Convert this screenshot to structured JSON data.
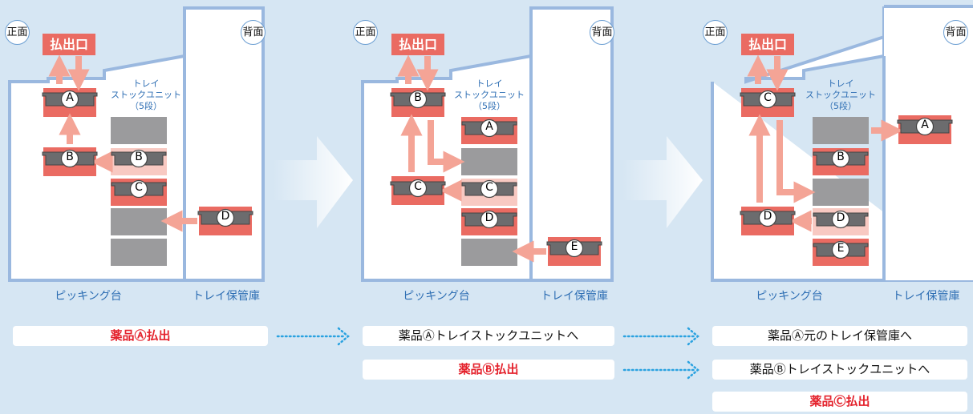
{
  "labels": {
    "front": "正面",
    "back": "背面",
    "exit": "払出口",
    "stack_unit": [
      "トレイ",
      "ストックユニット",
      "（5段）"
    ],
    "picking": "ピッキング台",
    "storage": "トレイ保管庫"
  },
  "trays": {
    "p1": [
      "A",
      "B",
      "B",
      "C",
      "D"
    ],
    "p2": [
      "B",
      "A",
      "C",
      "C",
      "D",
      "E"
    ],
    "p3": [
      "C",
      "A",
      "B",
      "D",
      "D",
      "E"
    ]
  },
  "steps": {
    "c1": [
      "薬品Ⓐ払出"
    ],
    "c2": [
      "薬品Ⓐトレイストックユニットへ",
      "薬品Ⓑ払出"
    ],
    "c3": [
      "薬品Ⓐ元のトレイ保管庫へ",
      "薬品Ⓑトレイストックユニットへ",
      "薬品Ⓒ払出"
    ]
  },
  "colors": {
    "background": "#d6e6f3",
    "building_outline": "#9ab8df",
    "exit_fill": "#ea6b62",
    "arrow": "#f4a496",
    "tray_gray": "#9b9b9d",
    "highlight_text": "#e4222c",
    "dotted_connector": "#2aa2e0"
  }
}
